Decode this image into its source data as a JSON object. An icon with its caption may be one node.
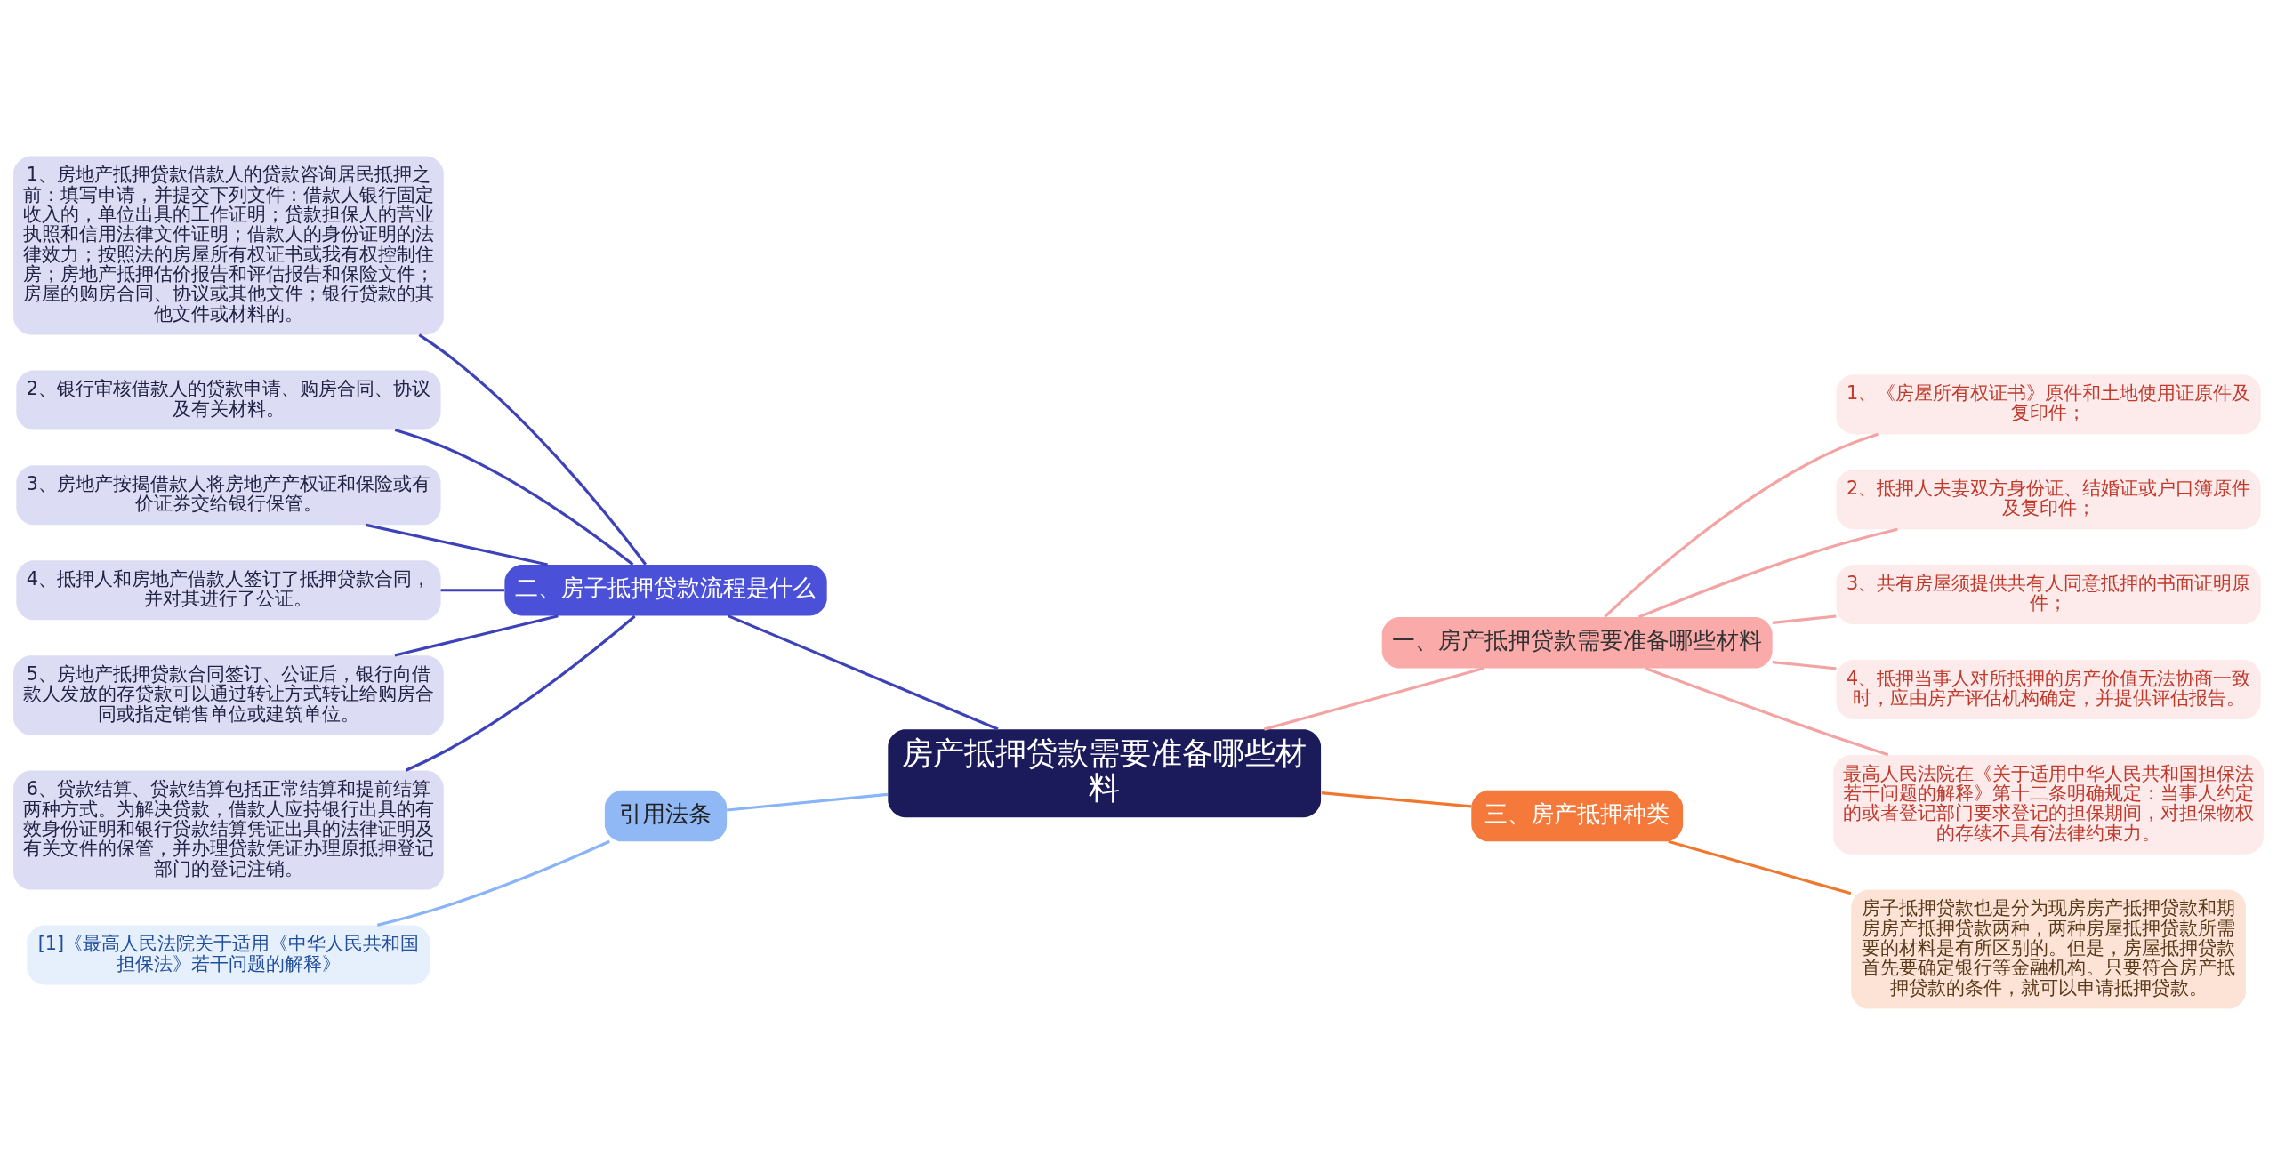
{
  "diagram": {
    "nodes": [
      {
        "text": [
          "房产抵押贷款需要准备哪些材料"
        ]
      },
      {
        "text": [
          "一、房产抵押贷款需要准备哪些材料"
        ]
      },
      {
        "text": [
          "1、《房屋所有权证书》原件和土地使用证原件及复印件；"
        ]
      },
      {
        "text": [
          "2、抵押人夫妻双方身份证、结婚证或户口簿原件及复印件；"
        ]
      },
      {
        "text": [
          "3、共有房屋须提供共有人同意抵押的书面证明原件；"
        ]
      },
      {
        "text": [
          "4、抵押当事人对所抵押的房产价值无法协商一致时，应由房产评估机构确定，并提供评估报告。"
        ]
      },
      {
        "text": [
          "最高人民法院在《关于适用中华人民共和国担保法若干问题的解释》第十二条明确规定：当事人约定的或者登记部门要求登记的担保期间，对担保物权的存续不具有法律约束力。"
        ]
      },
      {
        "text": [
          "三、房产抵押种类"
        ]
      },
      {
        "text": [
          "房子抵押贷款也是分为现房房产抵押贷款和期房房产抵押贷款两种，两种房屋抵押贷款所需要的材料是有所区别的。但是，房屋抵押贷款首先要确定银行等金融机构。只要符合房产抵押贷款的条件，就可以申请抵押贷款。"
        ]
      },
      {
        "text": [
          "二、房子抵押贷款流程是什么"
        ]
      },
      {
        "text": [
          "1、房地产抵押贷款借款人的贷款咨询居民抵押之前：填写申请，并提交下列文件：借款人银行固定收入的，单位出具的工作证明；贷款担保人的营业执照和信用法律文件证明；借款人的身份证明的法律效力；按照法的房屋所有权证书或我有权控制住房；房地产抵押估价报告和评估报告和保险文件；房屋的购房合同、协议或其他文件；银行贷款的其他文件或材料的。"
        ]
      },
      {
        "text": [
          "2、银行审核借款人的贷款申请、购房合同、协议及有关材料。"
        ]
      },
      {
        "text": [
          "3、房地产按揭借款人将房地产产权证和保险或有价证券交给银行保管。"
        ]
      },
      {
        "text": [
          "4、抵押人和房地产借款人签订了抵押贷款合同，并对其进行了公证。"
        ]
      },
      {
        "text": [
          "5、房地产抵押贷款合同签订、公证后，银行向借款人发放的存贷款可以通过转让方式转让给购房合同或指定销售单位或建筑单位。"
        ]
      },
      {
        "text": [
          "6、贷款结算、贷款结算包括正常结算和提前结算两种方式。为解决贷款，借款人应持银行出具的有效身份证明和银行贷款结算凭证出具的法律证明及有关文件的保管，并办理贷款凭证办理原抵押登记部门的登记注销。"
        ]
      },
      {
        "text": [
          "引用法条"
        ]
      },
      {
        "text": [
          "[1]《最高人民法院关于适用《中华人民共和国担保法》若干问题的解释》"
        ]
      }
    ],
    "edges": [
      {
        "from": 0,
        "to": 1,
        "arrow": "none",
        "color": "#f4a3a3"
      },
      {
        "from": 1,
        "to": 2,
        "arrow": "none",
        "color": "#f4a3a3"
      },
      {
        "from": 1,
        "to": 3,
        "arrow": "none",
        "color": "#f4a3a3"
      },
      {
        "from": 1,
        "to": 4,
        "arrow": "none",
        "color": "#f4a3a3"
      },
      {
        "from": 1,
        "to": 5,
        "arrow": "none",
        "color": "#f4a3a3"
      },
      {
        "from": 1,
        "to": 6,
        "arrow": "none",
        "color": "#f4a3a3"
      },
      {
        "from": 0,
        "to": 7,
        "arrow": "none",
        "color": "#f0782e"
      },
      {
        "from": 7,
        "to": 8,
        "arrow": "none",
        "color": "#f0782e"
      },
      {
        "from": 9,
        "to": 0,
        "arrow": "none",
        "color": "#3d42b8"
      },
      {
        "from": 10,
        "to": 9,
        "arrow": "none",
        "color": "#3d42b8"
      },
      {
        "from": 11,
        "to": 9,
        "arrow": "none",
        "color": "#3d42b8"
      },
      {
        "from": 12,
        "to": 9,
        "arrow": "none",
        "color": "#3d42b8"
      },
      {
        "from": 13,
        "to": 9,
        "arrow": "none",
        "color": "#3d42b8"
      },
      {
        "from": 14,
        "to": 9,
        "arrow": "none",
        "color": "#3d42b8"
      },
      {
        "from": 15,
        "to": 9,
        "arrow": "none",
        "color": "#3d42b8"
      },
      {
        "from": 16,
        "to": 0,
        "arrow": "none",
        "color": "#8ab4f8"
      },
      {
        "from": 17,
        "to": 16,
        "arrow": "none",
        "color": "#8ab4f8"
      }
    ]
  }
}
